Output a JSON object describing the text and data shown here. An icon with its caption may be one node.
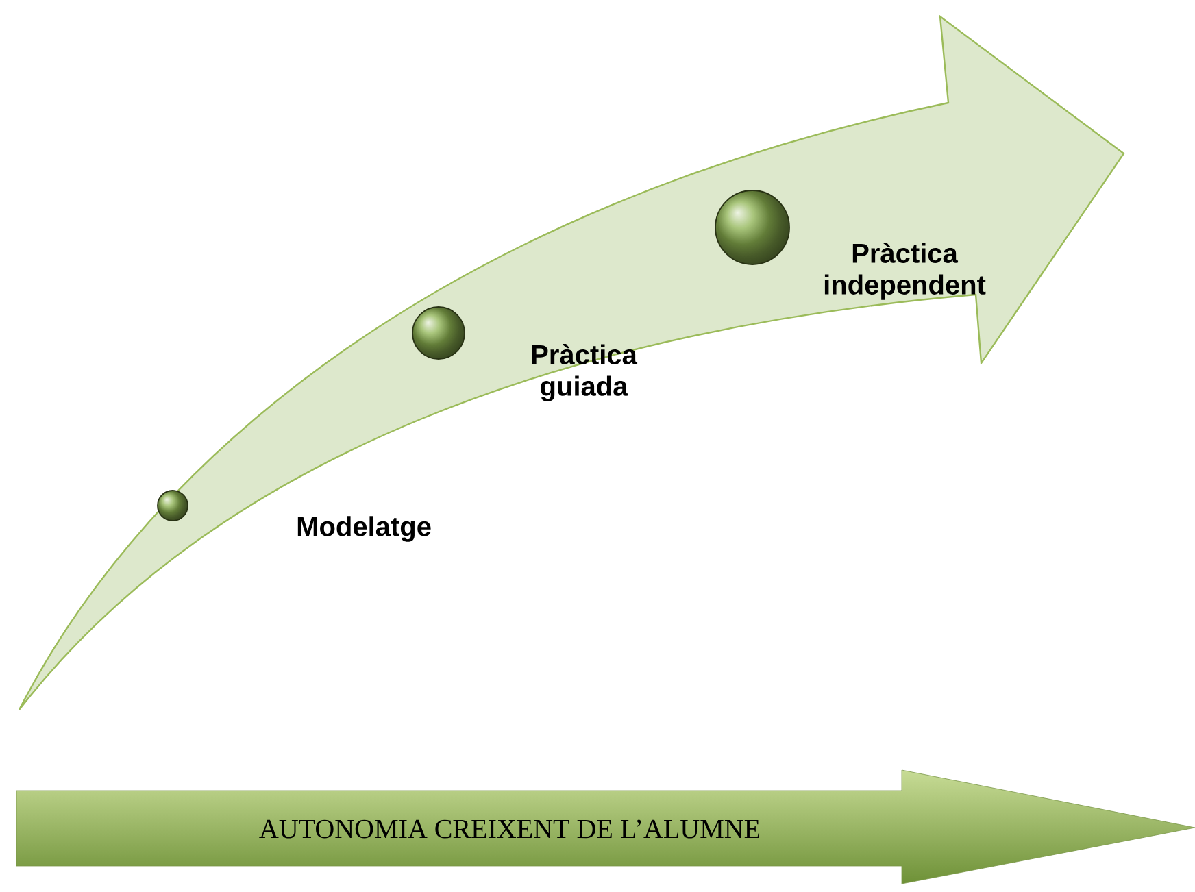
{
  "diagram": {
    "nodes": [
      {
        "text": [],
        "shape": "circle",
        "beside": [
          "Modelatge"
        ]
      },
      {
        "text": [],
        "shape": "circle",
        "beside": [
          "Pràctica guiada"
        ]
      },
      {
        "text": [],
        "shape": "circle",
        "beside": [
          "Pràctica independent"
        ]
      },
      {
        "text": [
          "AUTONOMIA CREIXENT DE L’ALUMNE"
        ]
      }
    ]
  }
}
